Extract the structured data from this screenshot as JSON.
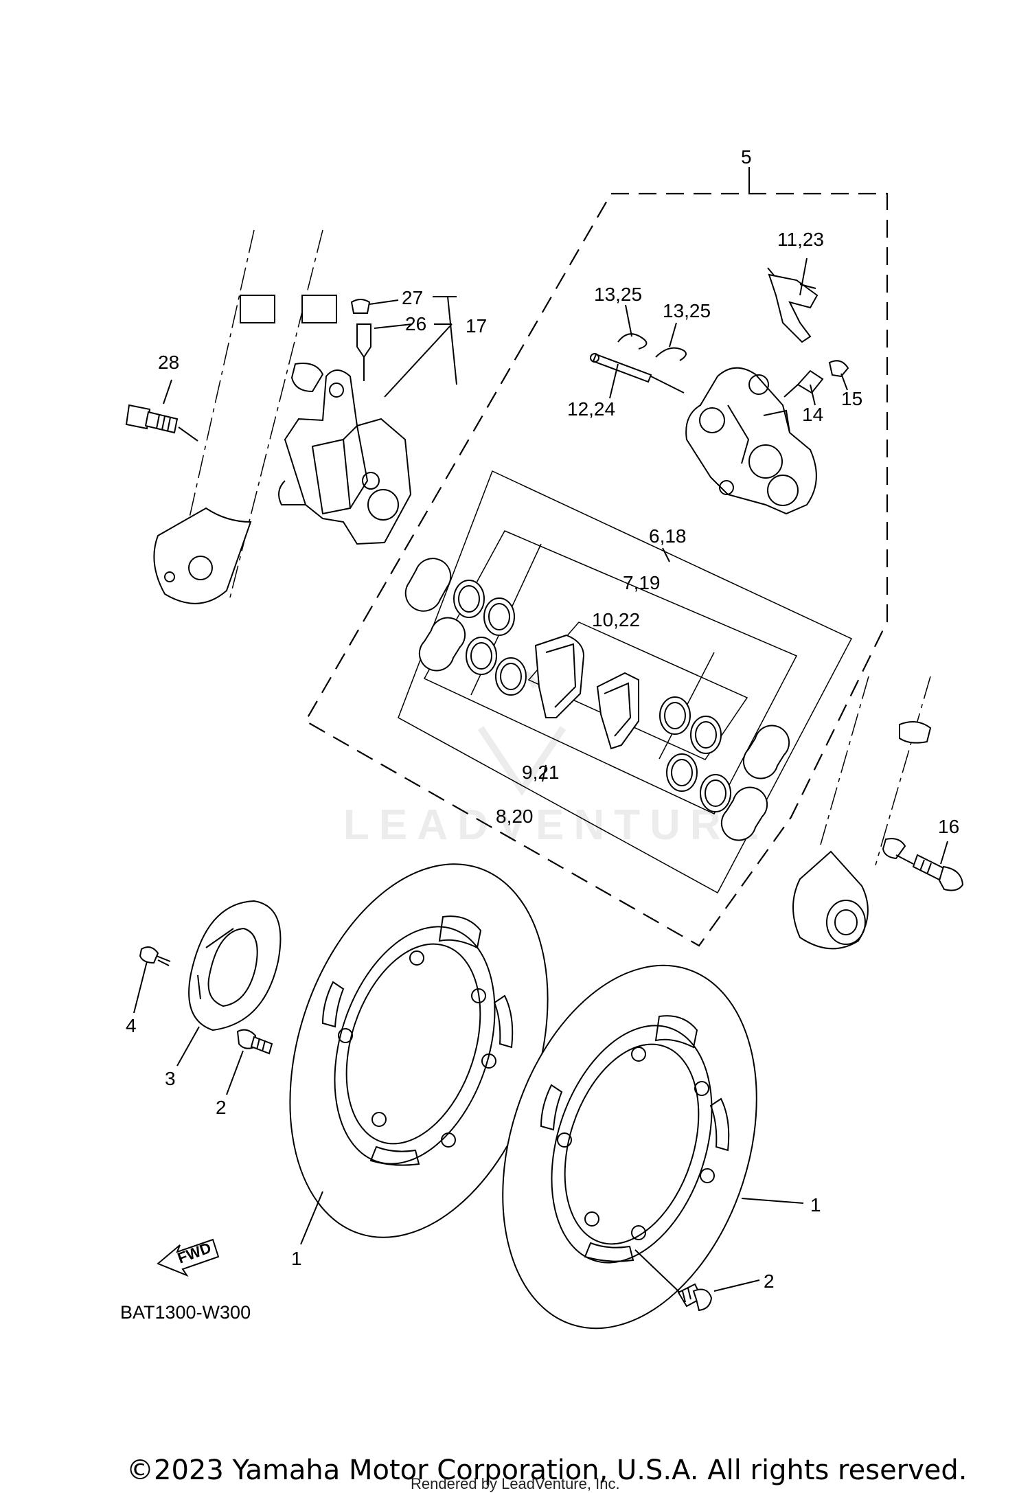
{
  "diagram": {
    "callouts": {
      "c5": "5",
      "c11_23": "11,23",
      "c13_25a": "13,25",
      "c13_25b": "13,25",
      "c12_24": "12,24",
      "c14": "14",
      "c15": "15",
      "c27": "27",
      "c26": "26",
      "c17": "17",
      "c28": "28",
      "c6_18": "6,18",
      "c7_19": "7,19",
      "c10_22": "10,22",
      "c9_21": "9,21",
      "c8_20": "8,20",
      "c16": "16",
      "c4": "4",
      "c3": "3",
      "c2a": "2",
      "c1a": "1",
      "c1b": "1",
      "c2b": "2"
    },
    "fwd_label": "FWD",
    "drawing_code": "BAT1300-W300",
    "watermark": "LEADVENTURE"
  },
  "footer": {
    "copyright": "©2023 Yamaha Motor Corporation, U.S.A. All rights reserved.",
    "rendered_by": "Rendered by LeadVenture, Inc."
  }
}
